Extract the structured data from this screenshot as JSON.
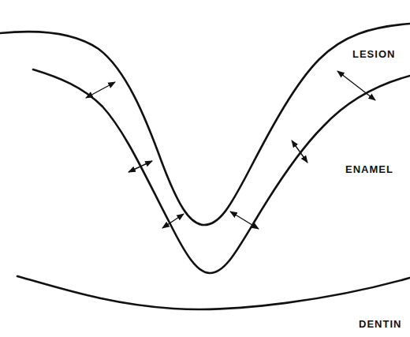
{
  "diagram": {
    "labels": [
      "LESION",
      "ENAMEL",
      "DENTIN"
    ]
  }
}
